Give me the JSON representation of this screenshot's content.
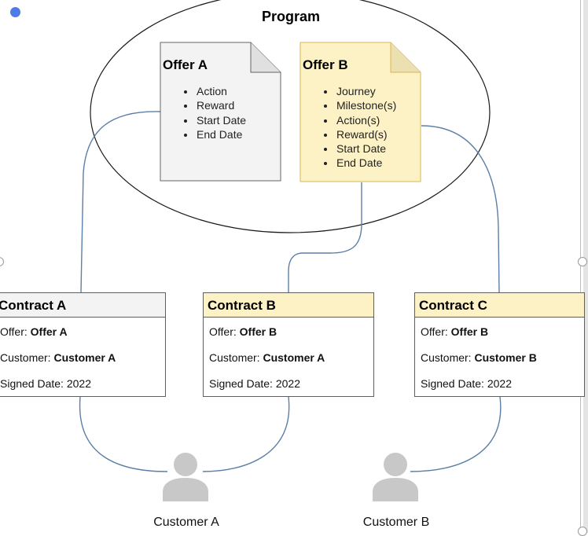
{
  "diagram": {
    "program": {
      "title": "Program"
    },
    "offers": [
      {
        "title": "Offer A",
        "items": [
          "Action",
          "Reward",
          "Start Date",
          "End Date"
        ],
        "fill": "#f3f3f3",
        "stroke": "#666666"
      },
      {
        "title": "Offer B",
        "items": [
          "Journey",
          "Milestone(s)",
          "Action(s)",
          "Reward(s)",
          "Start Date",
          "End Date"
        ],
        "fill": "#fdf2c6",
        "stroke": "#d6b656"
      }
    ],
    "contracts": [
      {
        "title": "Contract A",
        "header_fill": "#f3f3f3",
        "offer_label": "Offer: ",
        "offer_value": "Offer A",
        "customer_label": "Customer: ",
        "customer_value": "Customer A",
        "signed_label": "Signed Date: 2022"
      },
      {
        "title": "Contract B",
        "header_fill": "#fdf2c6",
        "offer_label": "Offer: ",
        "offer_value": "Offer B",
        "customer_label": "Customer: ",
        "customer_value": "Customer A",
        "signed_label": "Signed Date: 2022"
      },
      {
        "title": "Contract C",
        "header_fill": "#fdf2c6",
        "offer_label": "Offer: ",
        "offer_value": "Offer B",
        "customer_label": "Customer: ",
        "customer_value": "Customer B",
        "signed_label": "Signed Date: 2022"
      }
    ],
    "customers": [
      {
        "label": "Customer A",
        "icon": "user-icon"
      },
      {
        "label": "Customer B",
        "icon": "user-icon"
      }
    ],
    "colors": {
      "connector": "#5b7fa6",
      "user_icon": "#c8c8c8",
      "selection_dot": "#4d7ce8"
    }
  }
}
